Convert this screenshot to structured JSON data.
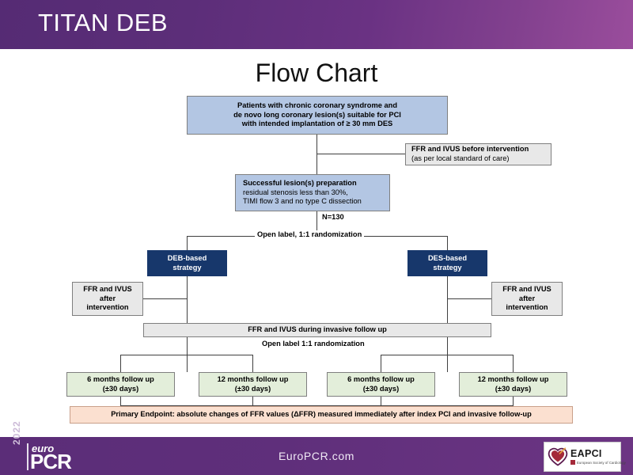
{
  "header": {
    "title": "TITAN DEB",
    "gradient_from": "#552b74",
    "gradient_to": "#9a4d9c"
  },
  "chart": {
    "title": "Flow Chart",
    "nodes": {
      "enrollment": {
        "lines": [
          "Patients with chronic coronary syndrome and",
          "de novo long coronary lesion(s) suitable for PCI",
          "with intended implantation of ≥ 30 mm DES"
        ],
        "color": "#b3c6e3"
      },
      "ffr_before": {
        "title": "FFR and IVUS before intervention",
        "subtitle": "(as per local standard of care)",
        "color": "#e8e8e8"
      },
      "lesion_prep": {
        "title": "Successful lesion(s) preparation",
        "lines": [
          "residual stenosis less than 30%,",
          "TIMI flow 3 and no type C dissection"
        ],
        "color": "#b3c6e3"
      },
      "deb_strategy": {
        "lines": [
          "DEB-based",
          "strategy"
        ],
        "color": "#17376b"
      },
      "des_strategy": {
        "lines": [
          "DES-based",
          "strategy"
        ],
        "color": "#17376b"
      },
      "ffr_after_left": {
        "lines": [
          "FFR and IVUS",
          "after",
          "intervention"
        ],
        "color": "#e8e8e8"
      },
      "ffr_after_right": {
        "lines": [
          "FFR and IVUS",
          "after",
          "intervention"
        ],
        "color": "#e8e8e8"
      },
      "ffr_followup": {
        "label": "FFR and IVUS during invasive follow up",
        "color": "#e8e8e8"
      },
      "fu_deb_6": {
        "lines": [
          "6 months follow up",
          "(±30 days)"
        ],
        "color": "#e3eeda"
      },
      "fu_deb_12": {
        "lines": [
          "12 months follow up",
          "(±30 days)"
        ],
        "color": "#e3eeda"
      },
      "fu_des_6": {
        "lines": [
          "6 months follow up",
          "(±30 days)"
        ],
        "color": "#e3eeda"
      },
      "fu_des_12": {
        "lines": [
          "12 months follow up",
          "(±30 days)"
        ],
        "color": "#e3eeda"
      },
      "primary_endpoint": {
        "label": "Primary Endpoint: absolute changes of FFR values (ΔFFR) measured immediately after index PCI and invasive follow-up",
        "color": "#fbe0d0"
      }
    },
    "captions": {
      "sample_size": "N=130",
      "randomization_1": "Open label, 1:1 randomization",
      "randomization_2": "Open label 1:1 randomization"
    }
  },
  "footer": {
    "year": "2022",
    "brand_euro": "euro",
    "brand_pcr": "PCR",
    "url": "EuroPCR.com",
    "partner_name": "EAPCI",
    "partner_subtitle": "European Society of Cardiology"
  }
}
